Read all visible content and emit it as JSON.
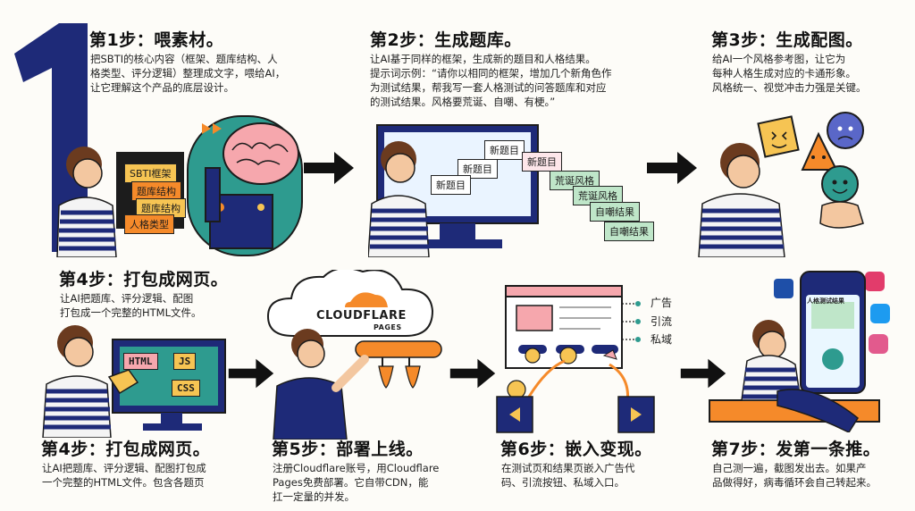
{
  "step1": {
    "title": "第1步：喂素材。",
    "lines": [
      "把SBTI的核心内容（框架、题库结构、人",
      "格类型、评分逻辑）整理成文字，喂给AI，",
      "让它理解这个产品的底层设计。"
    ],
    "cards": [
      "SBTI框架",
      "题库结构",
      "题库结构",
      "人格类型"
    ]
  },
  "step2": {
    "title": "第2步：生成题库。",
    "lines": [
      "让AI基于同样的框架，生成新的题目和人格结果。",
      "提示词示例：“请你以相同的框架，增加几个新角色作",
      "为测试结果，帮我写一套人格测试的问答题库和对应",
      "的测试结果。风格要荒诞、自嘲、有梗。”"
    ],
    "cards": [
      "新题目",
      "新题目",
      "新题目",
      "新题目",
      "荒诞风格",
      "荒诞风格",
      "自嘲结果",
      "自嘲结果"
    ]
  },
  "step3": {
    "title": "第3步：生成配图。",
    "lines": [
      "给AI一个风格参考图，让它为",
      "每种人格生成对应的卡通形象。",
      "风格统一、视觉冲击力强是关键。"
    ]
  },
  "step4a": {
    "title": "第4步：打包成网页。",
    "lines": [
      "让AI把题库、评分逻辑、配图",
      "打包成一个完整的HTML文件。"
    ],
    "tags": [
      "HTML",
      "JS",
      "CSS"
    ]
  },
  "step4b": {
    "title": "第4步：打包成网页。",
    "lines": [
      "让AI把题库、评分逻辑、配图打包成",
      "一个完整的HTML文件。包含各题页"
    ]
  },
  "step5": {
    "title": "第5步：部署上线。",
    "lines": [
      "注册Cloudflare账号，用Cloudflare",
      "Pages免费部署。它自带CDN，能",
      "扛一定量的并发。"
    ],
    "logo_top": "CLOUDFLARE",
    "logo_bottom": "PAGES"
  },
  "step6": {
    "title": "第6步：嵌入变现。",
    "lines": [
      "在测试页和结果页嵌入广告代",
      "码、引流按钮、私域入口。"
    ],
    "labels": [
      "广告",
      "引流",
      "私域"
    ]
  },
  "step7": {
    "title": "第7步：发第一条推。",
    "lines": [
      "自己测一遍，截图发出去。如果产",
      "品做得好，病毒循环会自己转起来。"
    ],
    "phone_title": "人格测试结果"
  },
  "colors": {
    "navy": "#1e2a78",
    "orange": "#f58a2a",
    "pink": "#f6a7ad",
    "teal": "#2e9b8f",
    "green": "#bfe6c9",
    "yellow": "#f6c453"
  }
}
